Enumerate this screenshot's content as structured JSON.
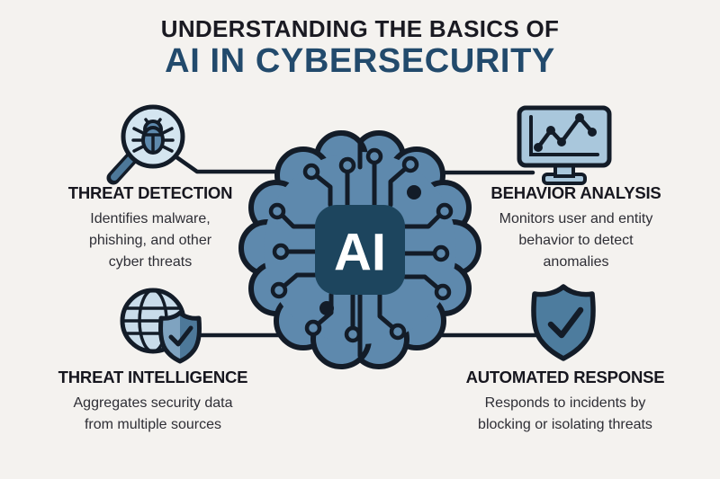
{
  "title": {
    "line1": "UNDERSTANDING THE BASICS OF",
    "line2": "AI IN CYBERSECURITY"
  },
  "center": {
    "label": "AI",
    "icon": "circuit-brain-icon"
  },
  "sections": {
    "threat_detection": {
      "heading": "THREAT DETECTION",
      "description": "Identifies malware, phishing, and other cyber threats",
      "icon": "magnifier-bug-icon"
    },
    "behavior_analysis": {
      "heading": "BEHAVIOR ANALYSIS",
      "description": "Monitors user and entity behavior to detect anomalies",
      "icon": "monitor-chart-icon"
    },
    "threat_intelligence": {
      "heading": "THREAT INTELLIGENCE",
      "description": "Aggregates security data from multiple sources",
      "icon": "globe-shield-icon"
    },
    "automated_response": {
      "heading": "AUTOMATED RESPONSE",
      "description": "Responds to incidents by blocking or isolating threats",
      "icon": "shield-check-icon"
    }
  },
  "palette": {
    "background": "#f4f2ef",
    "outline_dark": "#131c28",
    "brain_blue": "#5e89ad",
    "chip_navy": "#1d455e",
    "light_blue_fill": "#c9dcea",
    "screen_blue": "#a9c7dc",
    "mid_blue": "#4d7899",
    "shield_light_half": "#7fa3c0",
    "title_dark": "#1a1a22",
    "title_blue": "#224a6c",
    "text_body": "#2e2e35"
  }
}
